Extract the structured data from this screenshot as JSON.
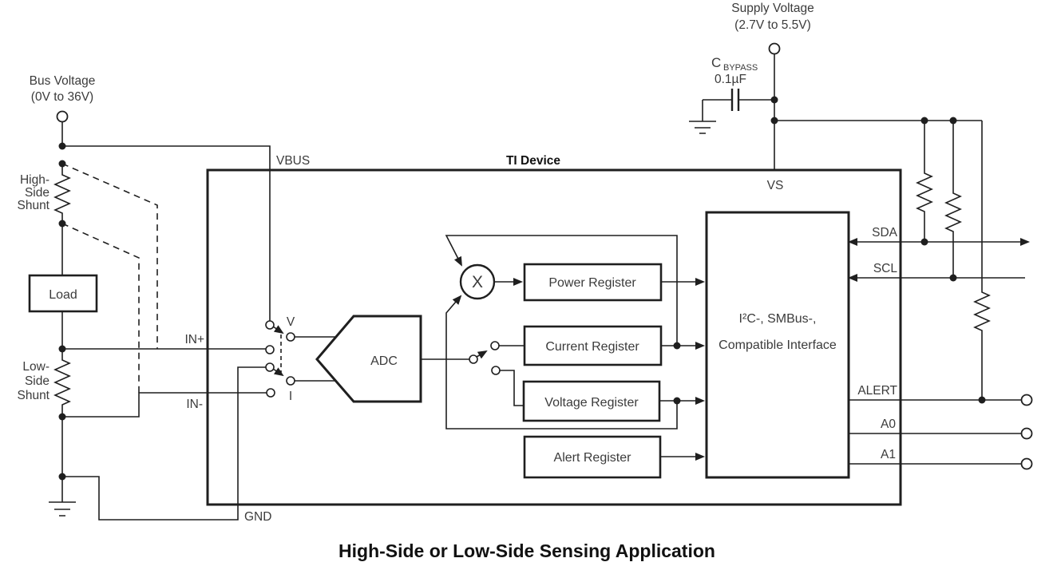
{
  "figure": {
    "caption": "High-Side or Low-Side Sensing Application",
    "device_title": "TI Device",
    "bus": {
      "line1": "Bus Voltage",
      "line2": "(0V to 36V)"
    },
    "supply": {
      "line1": "Supply Voltage",
      "line2": "(2.7V to 5.5V)"
    },
    "bypass_cap": {
      "symbol": "C",
      "subscript": "BYPASS",
      "value": "0.1µF"
    },
    "high_shunt": {
      "line1": "High-",
      "line2": "Side",
      "line3": "Shunt"
    },
    "low_shunt": {
      "line1": "Low-",
      "line2": "Side",
      "line3": "Shunt"
    },
    "load": "Load",
    "pins": {
      "vbus": "VBUS",
      "vs": "VS",
      "in_plus": "IN+",
      "in_minus": "IN-",
      "gnd": "GND",
      "sda": "SDA",
      "scl": "SCL",
      "alert": "ALERT",
      "a0": "A0",
      "a1": "A1"
    },
    "mux": {
      "v": "V",
      "i": "I"
    },
    "adc": "ADC",
    "multiplier": "X",
    "registers": {
      "power": "Power Register",
      "current": "Current Register",
      "voltage": "Voltage Register",
      "alert": "Alert Register"
    },
    "interface": {
      "line1": "I²C-, SMBus-,",
      "line2": "Compatible Interface"
    },
    "colors": {
      "wire": "#1f1f1f",
      "text": "#3b3b3b",
      "background": "#ffffff"
    }
  }
}
